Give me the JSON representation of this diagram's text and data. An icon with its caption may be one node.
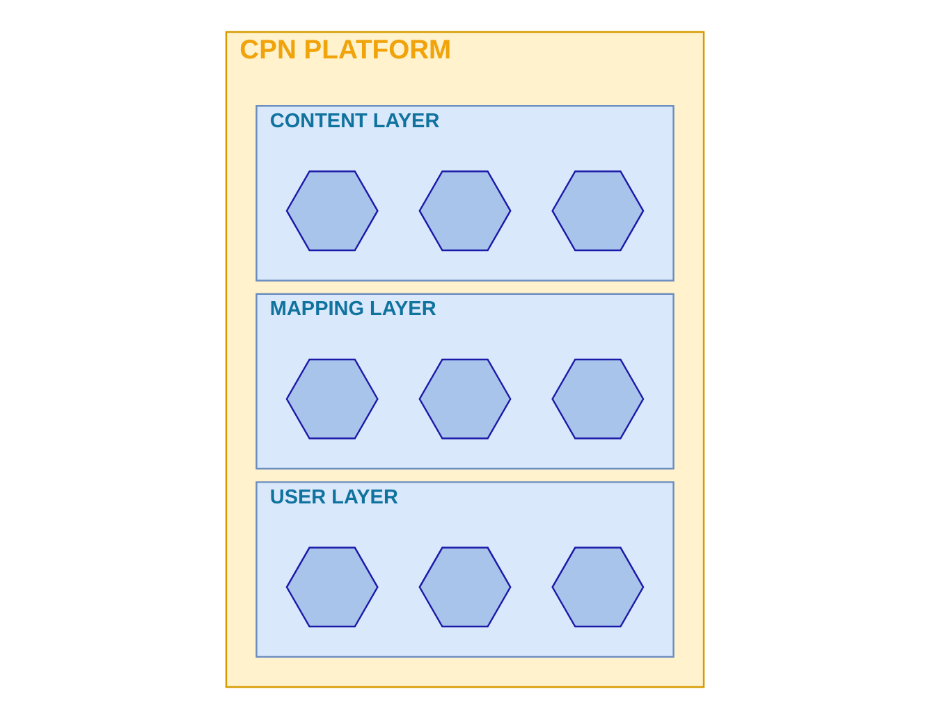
{
  "diagram": {
    "nodes": [
      {
        "text": [
          "CPN PLATFORM"
        ]
      },
      {
        "text": [
          "CONTENT LAYER"
        ],
        "in": 0
      },
      {
        "text": [
          "MAPPING LAYER"
        ],
        "in": 0
      },
      {
        "text": [
          "USER LAYER"
        ],
        "in": 0
      },
      {
        "text": [],
        "shape": "hexagon",
        "in": 1
      },
      {
        "text": [],
        "shape": "hexagon",
        "in": 1
      },
      {
        "text": [],
        "shape": "hexagon",
        "in": 1
      },
      {
        "text": [],
        "shape": "hexagon",
        "in": 2
      },
      {
        "text": [],
        "shape": "hexagon",
        "in": 2
      },
      {
        "text": [],
        "shape": "hexagon",
        "in": 2
      },
      {
        "text": [],
        "shape": "hexagon",
        "in": 3
      },
      {
        "text": [],
        "shape": "hexagon",
        "in": 3
      },
      {
        "text": [],
        "shape": "hexagon",
        "in": 3
      }
    ],
    "edges": []
  }
}
